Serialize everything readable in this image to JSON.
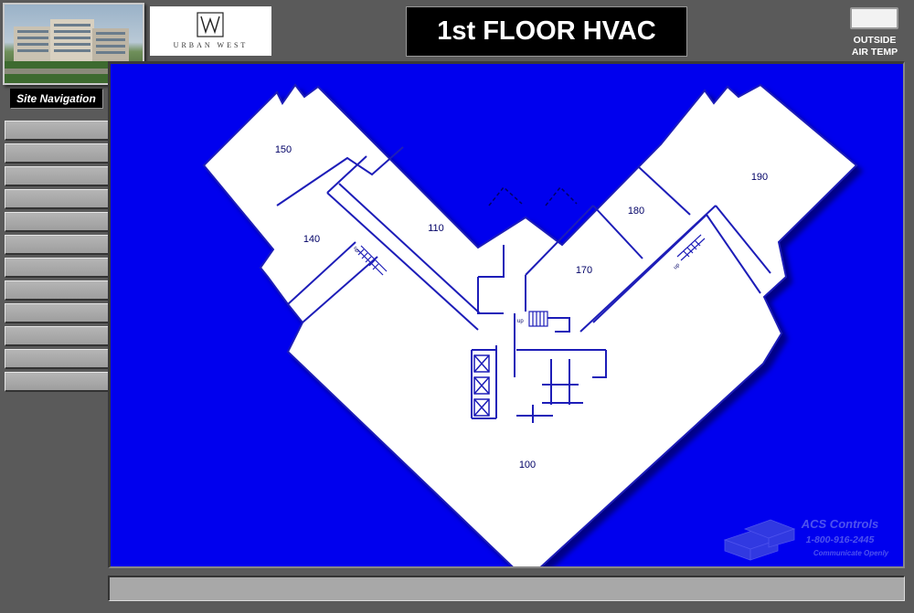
{
  "header": {
    "title": "1st FLOOR HVAC",
    "logo_text": "URBAN WEST",
    "outside_air_temp_label_line1": "OUTSIDE",
    "outside_air_temp_label_line2": "AIR TEMP",
    "outside_air_temp_value": ""
  },
  "sidebar": {
    "title": "Site Navigation",
    "buttons": [
      "",
      "",
      "",
      "",
      "",
      "",
      "",
      "",
      "",
      "",
      "",
      ""
    ]
  },
  "floor_plan": {
    "rooms": {
      "r150": "150",
      "r140": "140",
      "r110": "110",
      "r180": "180",
      "r190": "190",
      "r170": "170",
      "r100": "100"
    },
    "stair_label_left": "up",
    "stair_label_center": "up",
    "stair_label_right": "up"
  },
  "watermark": {
    "company": "ACS Controls",
    "phone": "1-800-916-2445",
    "tagline": "Communicate Openly"
  },
  "status_bar": {
    "text": ""
  },
  "colors": {
    "plan_background": "#0000ee",
    "wall_color": "#1d1db8",
    "panel_gray": "#5a5a5a"
  }
}
